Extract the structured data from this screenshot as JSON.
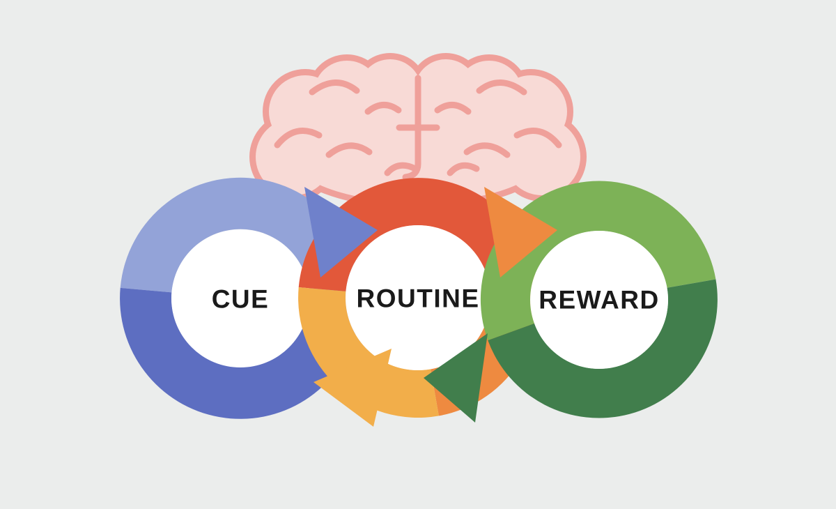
{
  "background": "#ebedec",
  "inner_circle_color": "#ffffff",
  "label_color": "#1a1a1a",
  "brain": {
    "stroke": "#efa09a",
    "fill": "#f8dad6"
  },
  "rings": [
    {
      "label": "CUE",
      "color_top": "#93a3d8",
      "color_bottom": "#5d6ec1"
    },
    {
      "label": "ROUTINE",
      "color_top": "#e2583a",
      "color_side": "#ee8a40",
      "color_bottom": "#f2ae4a"
    },
    {
      "label": "REWARD",
      "color_top": "#7db257",
      "color_bottom": "#417e4c"
    }
  ],
  "arrows": [
    {
      "name": "cue-to-routine",
      "color": "#6f81cb"
    },
    {
      "name": "routine-to-reward",
      "color": "#ee8a40"
    },
    {
      "name": "reward-to-routine",
      "color": "#417e4c"
    },
    {
      "name": "routine-to-cue",
      "color": "#f2ae4a"
    }
  ]
}
